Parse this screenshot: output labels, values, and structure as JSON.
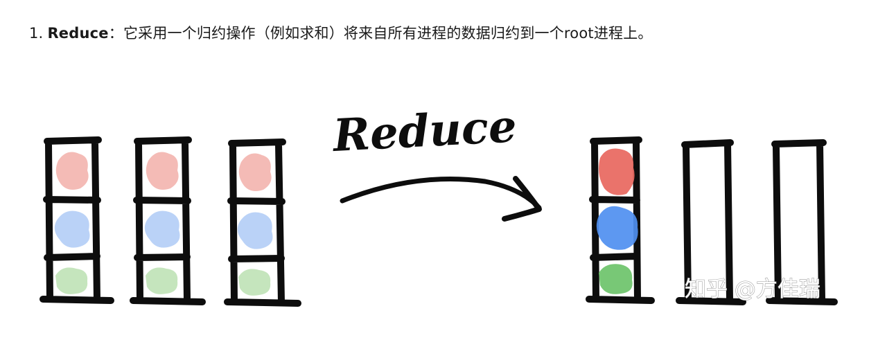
{
  "caption": {
    "number": "1.",
    "term": "Reduce",
    "colon": "：",
    "text": "它采用一个归约操作（例如求和）将来自所有进程的数据归约到一个root进程上。"
  },
  "diagram": {
    "arrow_label": "Reduce",
    "watermark": "知乎 @方佳瑞",
    "colors": {
      "outline": "#0d0d0d",
      "red_light": "#f3b4ae",
      "blue_light": "#b3cdf6",
      "green_light": "#bfe2b6",
      "red_strong": "#e8675e",
      "blue_strong": "#4f8ff0",
      "green_strong": "#6cc36a"
    },
    "before": [
      {
        "cells": [
          "red",
          "blue",
          "green"
        ]
      },
      {
        "cells": [
          "red",
          "blue",
          "green"
        ]
      },
      {
        "cells": [
          "red",
          "blue",
          "green"
        ]
      }
    ],
    "after": [
      {
        "cells": [
          "red-reduced",
          "blue-reduced",
          "green-reduced"
        ]
      },
      {
        "cells": []
      },
      {
        "cells": []
      }
    ]
  }
}
